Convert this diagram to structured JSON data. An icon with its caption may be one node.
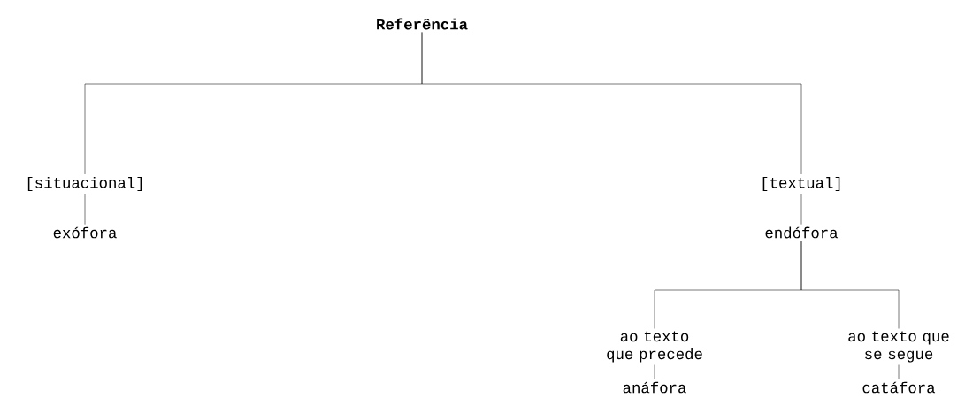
{
  "diagram": {
    "nodes": [
      {
        "text": [
          "Referência"
        ]
      },
      {
        "text": [
          "[situacional]"
        ]
      },
      {
        "text": [
          "exófora"
        ]
      },
      {
        "text": [
          "[textual]"
        ]
      },
      {
        "text": [
          "endófora"
        ]
      },
      {
        "text": [
          "ao texto que precede"
        ]
      },
      {
        "text": [
          "anáfora"
        ]
      },
      {
        "text": [
          "ao texto que se segue"
        ]
      },
      {
        "text": [
          "catáfora"
        ]
      }
    ],
    "edges": [
      {
        "from": 0,
        "to": 1,
        "arrow": "none"
      },
      {
        "from": 0,
        "to": 3,
        "arrow": "none"
      },
      {
        "from": 1,
        "to": 2,
        "arrow": "none"
      },
      {
        "from": 3,
        "to": 4,
        "arrow": "none"
      },
      {
        "from": 4,
        "to": 5,
        "arrow": "none"
      },
      {
        "from": 4,
        "to": 7,
        "arrow": "none"
      },
      {
        "from": 5,
        "to": 6,
        "arrow": "none"
      },
      {
        "from": 7,
        "to": 8,
        "arrow": "none"
      }
    ]
  }
}
